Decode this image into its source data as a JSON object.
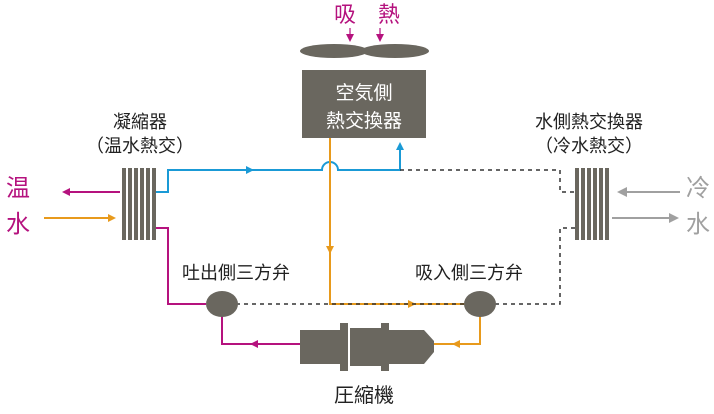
{
  "labels": {
    "absorb_char1": "吸",
    "absorb_char2": "熱",
    "air_hx_line1": "空気側",
    "air_hx_line2": "熱交換器",
    "condenser_line1": "凝縮器",
    "condenser_line2": "（温水熱交）",
    "water_hx_line1": "水側熱交換器",
    "water_hx_line2": "（冷水熱交）",
    "warm_char1": "温",
    "warm_char2": "水",
    "cold_char1": "冷",
    "cold_char2": "水",
    "discharge_valve": "吐出側三方弁",
    "suction_valve": "吸入側三方弁",
    "compressor": "圧縮機"
  },
  "colors": {
    "magenta": "#b5127e",
    "orange": "#e89a1c",
    "blue": "#1a9ad6",
    "gray_arrow": "#a0a0a0",
    "equipment": "#6a675f",
    "text": "#222222"
  }
}
